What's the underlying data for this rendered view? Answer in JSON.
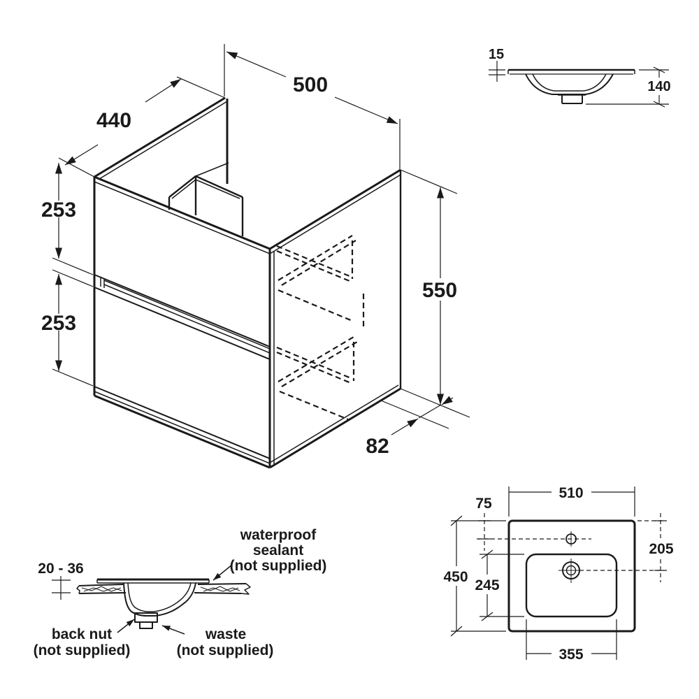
{
  "title": "Vanity unit and basin dimension drawing",
  "colors": {
    "line": "#1a1a1a",
    "background": "#ffffff"
  },
  "iso_view": {
    "depth": "440",
    "width": "500",
    "drawer_top_height": "253",
    "drawer_bottom_height": "253",
    "total_height": "550",
    "back_recess": "82"
  },
  "profile_view": {
    "rim_thickness": "15",
    "basin_depth": "140"
  },
  "section_view": {
    "counter_thickness": "20 - 36",
    "sealant_line1": "waterproof",
    "sealant_line2": "sealant",
    "sealant_line3": "(not supplied)",
    "back_nut_line1": "back nut",
    "back_nut_line2": "(not supplied)",
    "waste_line1": "waste",
    "waste_line2": "(not supplied)"
  },
  "plan_view": {
    "tap_hole_offset": "75",
    "basin_width": "510",
    "waste_offset": "205",
    "basin_depth": "450",
    "bowl_depth": "245",
    "bowl_width": "355"
  }
}
